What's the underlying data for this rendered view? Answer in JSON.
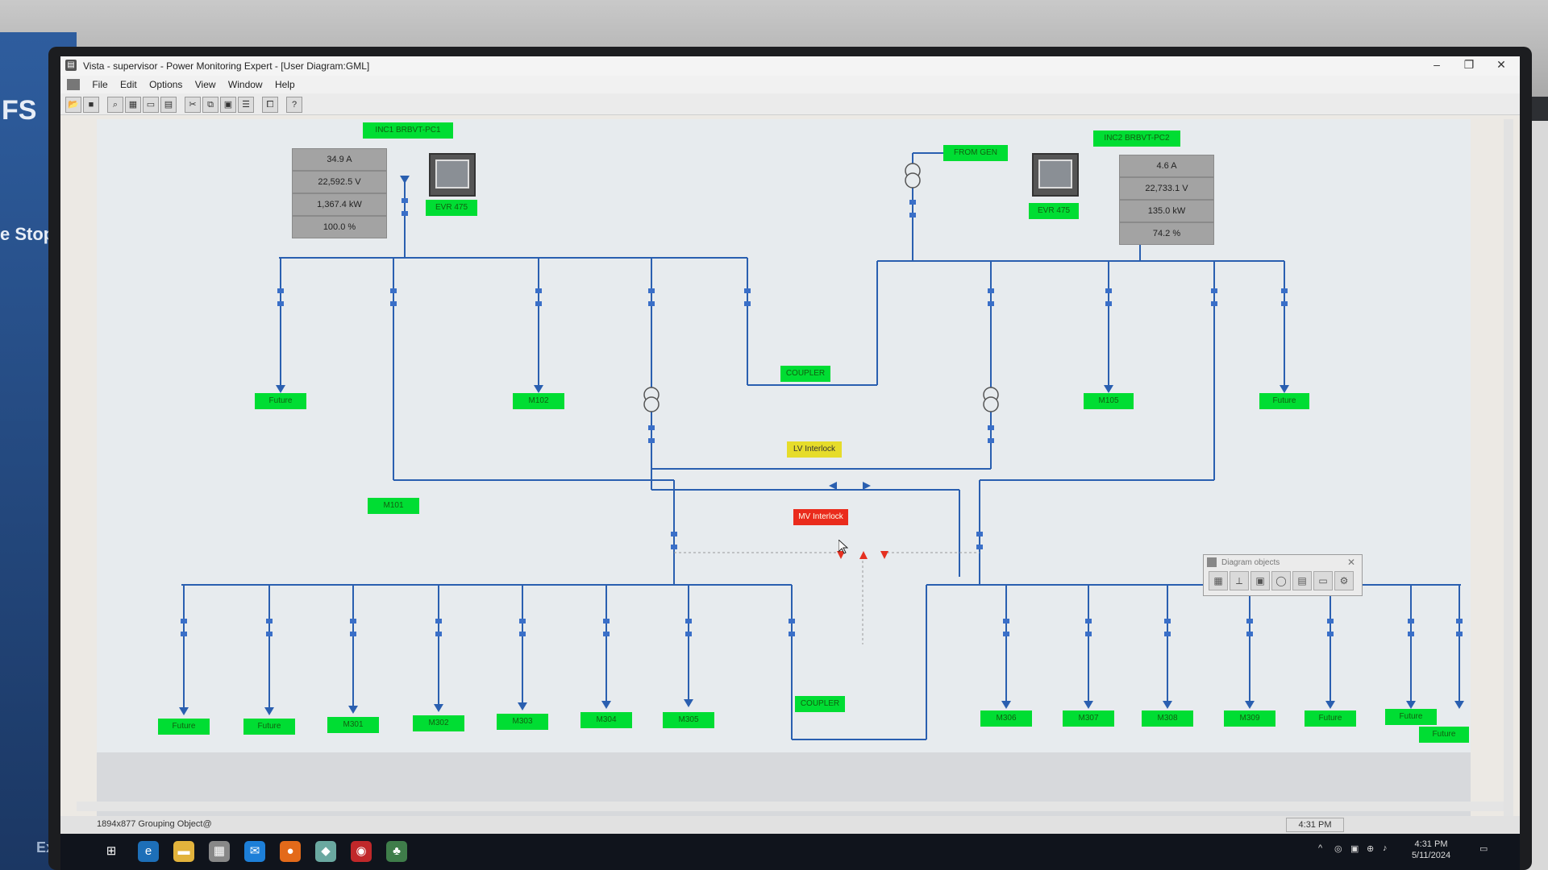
{
  "window": {
    "title": "Vista - supervisor - Power Monitoring Expert - [User Diagram:GML]"
  },
  "menu": [
    "File",
    "Edit",
    "Options",
    "View",
    "Window",
    "Help"
  ],
  "desktop_left": {
    "text1": "FS",
    "text2": "e Stop",
    "text3": "Exit"
  },
  "incomer1": {
    "label": "INC1 BRBVT-PC1",
    "readings": [
      "34.9 A",
      "22,592.5 V",
      "1,367.4 kW",
      "100.0 %"
    ],
    "meter_label": "EVR 475"
  },
  "incomer2": {
    "label": "INC2 BRBVT-PC2",
    "readings": [
      "4.6 A",
      "22,733.1 V",
      "135.0 kW",
      "74.2 %"
    ],
    "meter_label": "EVR 475"
  },
  "from_gen": "FROM GEN",
  "coupler_top": "COUPLER",
  "coupler_bottom": "COUPLER",
  "lv_interlock": "LV Interlock",
  "mv_interlock": "MV Interlock",
  "upper_feeders": {
    "future_left": "Future",
    "m102": "M102",
    "m101": "M101",
    "m105": "M105",
    "future_right": "Future"
  },
  "lower_left_feeders": [
    "Future",
    "Future",
    "M301",
    "M302",
    "M303",
    "M304",
    "M305"
  ],
  "lower_right_feeders": [
    "M306",
    "M307",
    "M308",
    "M309",
    "Future",
    "Future",
    "Future"
  ],
  "diagram_objects": {
    "title": "Diagram objects"
  },
  "status": {
    "left": "1894x877 Grouping Object@",
    "time": "4:31 PM"
  },
  "tray": {
    "time": "4:31 PM",
    "date": "5/11/2024"
  },
  "colors": {
    "feeder_green": "#00dd33",
    "line_blue": "#2a5fb0",
    "interlock_yellow": "#e6dc2a",
    "interlock_red": "#ea2b1c"
  }
}
